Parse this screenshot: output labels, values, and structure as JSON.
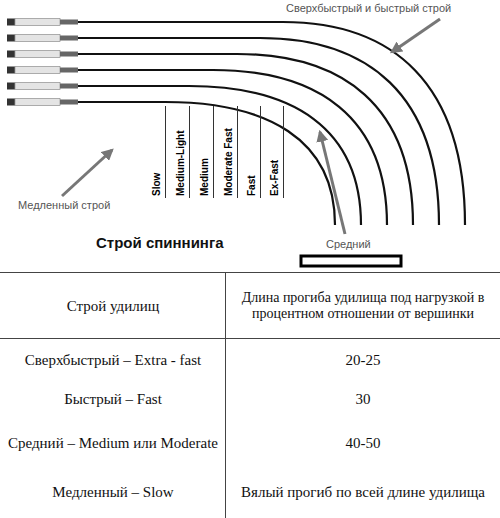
{
  "diagram": {
    "title": "Строй спиннинга",
    "labels": [
      "Сверхбыстрый и быстрый строй",
      "Медленный строй",
      "Средний",
      "Slow",
      "Medium-Light",
      "Medium",
      "Moderate Fast",
      "Fast",
      "Ex-Fast",
      "Строй удилищ",
      "Длина прогиба удилища под нагрузкой в процентном отношении от вершинки",
      "Сверхбыстрый – Extra - fast",
      "20-25",
      "Быстрый – Fast",
      "30",
      "Средний – Medium или Moderate",
      "40-50",
      "Медленный – Slow",
      "Вялый прогиб по всей длине удилища"
    ]
  }
}
